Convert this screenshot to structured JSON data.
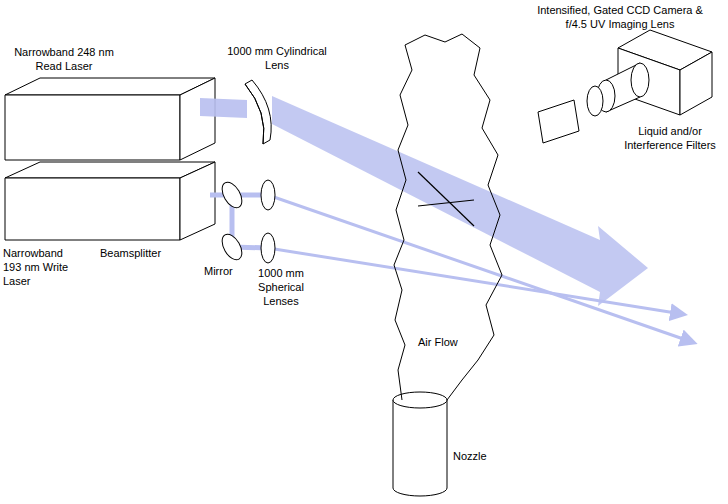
{
  "diagram": {
    "nodes": [
      {
        "text": [
          "Air Flow"
        ]
      }
    ],
    "labels": [
      "Intensified, Gated CCD Camera & f/4.5 UV Imaging Lens",
      "Narrowband 248 nm Read Laser",
      "1000 mm Cylindrical Lens",
      "Liquid and/or Interference Filters",
      "Narrowband 193 nm Write Laser",
      "Beamsplitter",
      "Mirror",
      "1000 mm Spherical Lenses",
      "Nozzle"
    ]
  }
}
